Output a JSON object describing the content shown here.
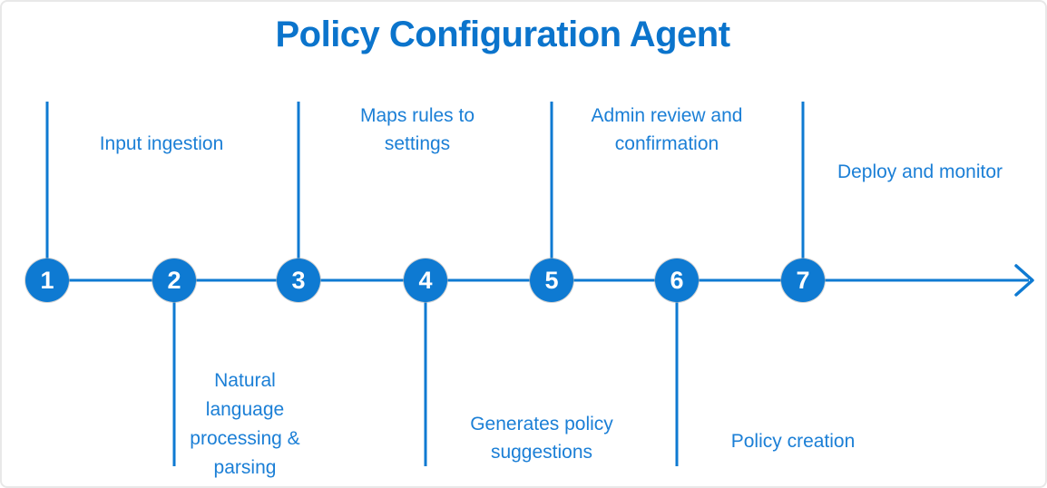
{
  "title": "Policy Configuration Agent",
  "colors": {
    "background": "#ffffff",
    "frame_border": "#e8e8e8",
    "title_text": "#0b74cc",
    "label_text": "#1b7fd6",
    "shape_accent": "#0e7ad2",
    "circle_number_text": "#ffffff"
  },
  "timeline": {
    "direction": "left-to-right",
    "arrow_icon": "arrow-right-icon",
    "steps": [
      {
        "number": "1",
        "label": "Input ingestion",
        "side": "above"
      },
      {
        "number": "2",
        "label": "Natural language processing & parsing",
        "side": "below"
      },
      {
        "number": "3",
        "label": "Maps rules to settings",
        "side": "above"
      },
      {
        "number": "4",
        "label": "Generates policy suggestions",
        "side": "below"
      },
      {
        "number": "5",
        "label": "Admin review and confirmation",
        "side": "above"
      },
      {
        "number": "6",
        "label": "Policy creation",
        "side": "below"
      },
      {
        "number": "7",
        "label": "Deploy and monitor",
        "side": "above"
      }
    ]
  }
}
